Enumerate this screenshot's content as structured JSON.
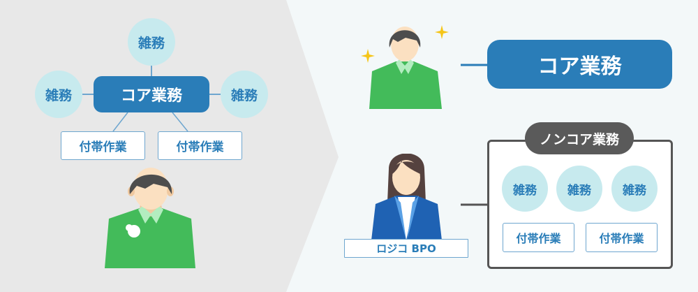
{
  "before": {
    "core_label": "コア業務",
    "misc_labels": [
      "雑務",
      "雑務",
      "雑務"
    ],
    "task_labels": [
      "付帯作業",
      "付帯作業"
    ]
  },
  "after": {
    "core_label": "コア業務",
    "noncore_title": "ノンコア業務",
    "misc_labels": [
      "雑務",
      "雑務",
      "雑務"
    ],
    "task_labels": [
      "付帯作業",
      "付帯作業"
    ],
    "bpo_label": "ロジコ BPO"
  },
  "colors": {
    "accent": "#2a7db8",
    "misc": "#c7eaee",
    "left_bg": "#e8e8e8",
    "right_bg": "#f3f8f9",
    "dark": "#5a5a5a"
  }
}
